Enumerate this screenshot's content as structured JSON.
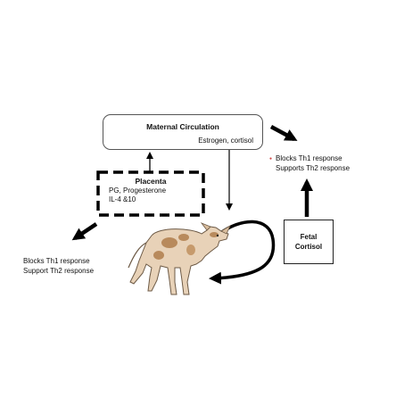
{
  "maternal": {
    "title": "Maternal Circulation",
    "subtitle": "Estrogen, cortisol"
  },
  "placenta": {
    "title": "Placenta",
    "line1": "PG, Progesterone",
    "line2": "IL-4 &10"
  },
  "fetal": {
    "line1": "Fetal",
    "line2": "Cortisol"
  },
  "right_text": {
    "line1": "Blocks Th1 response",
    "line2": "Supports Th2 response"
  },
  "left_text": {
    "line1": "Blocks Th1 response",
    "line2": "Support Th2 response"
  },
  "colors": {
    "bullet": "#d04040",
    "calf_body": "#e8d2b8",
    "calf_spots": "#b88a5c",
    "line": "#000000"
  }
}
